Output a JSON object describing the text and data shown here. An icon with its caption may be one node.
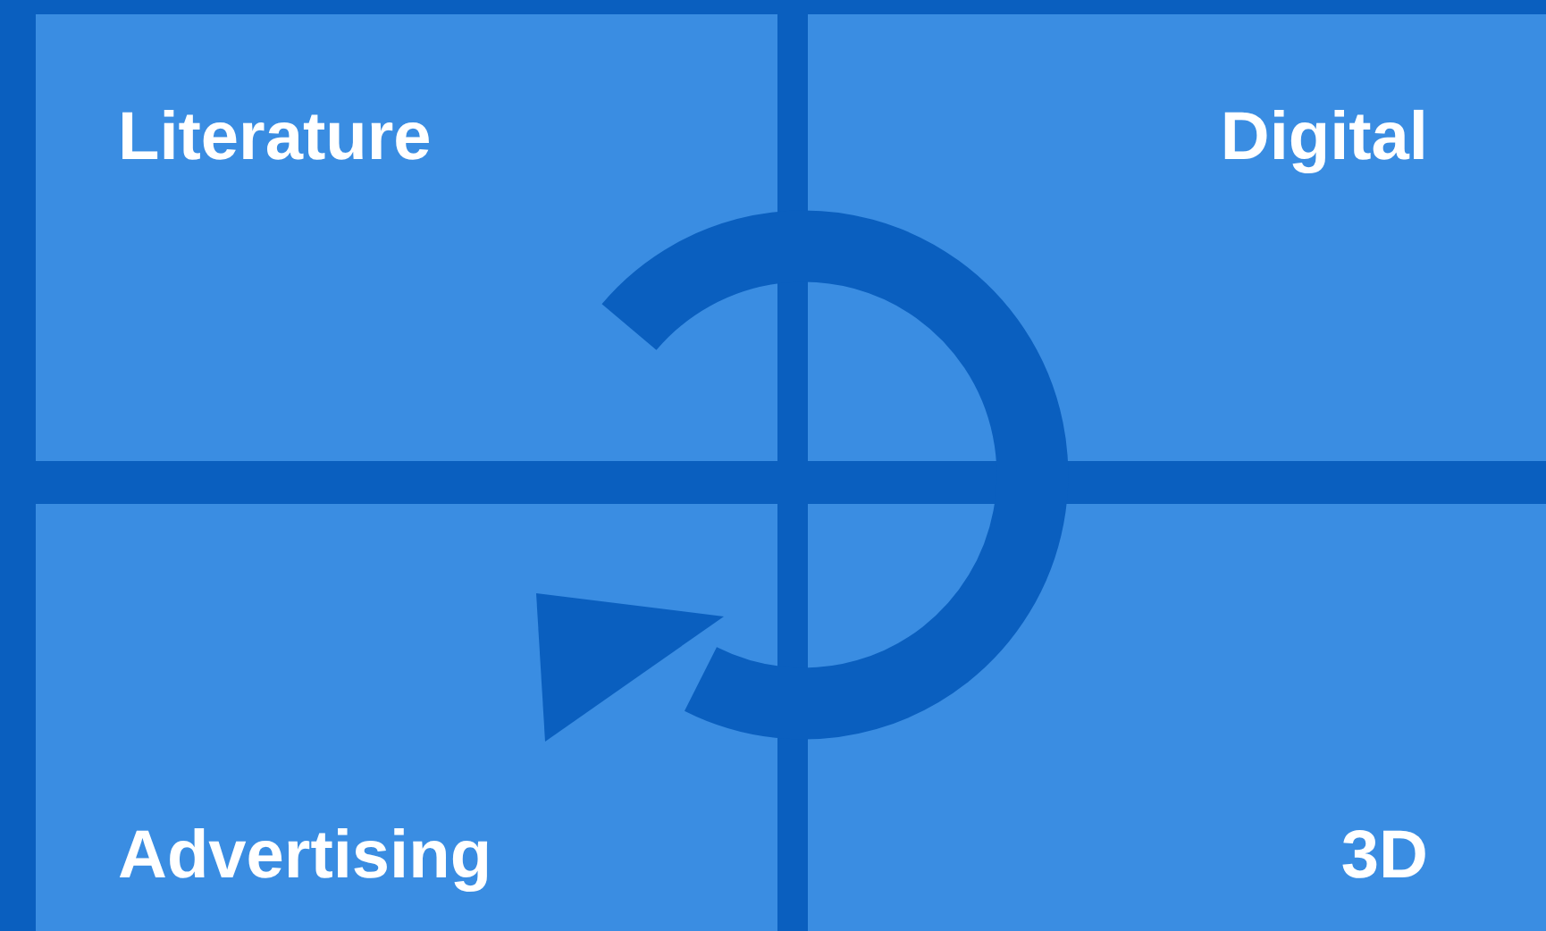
{
  "diagram": {
    "nodes": [
      {
        "text": [
          "Literature"
        ]
      },
      {
        "text": [
          "Digital"
        ]
      },
      {
        "text": [
          "Advertising"
        ]
      },
      {
        "text": [
          "3D"
        ]
      }
    ]
  }
}
